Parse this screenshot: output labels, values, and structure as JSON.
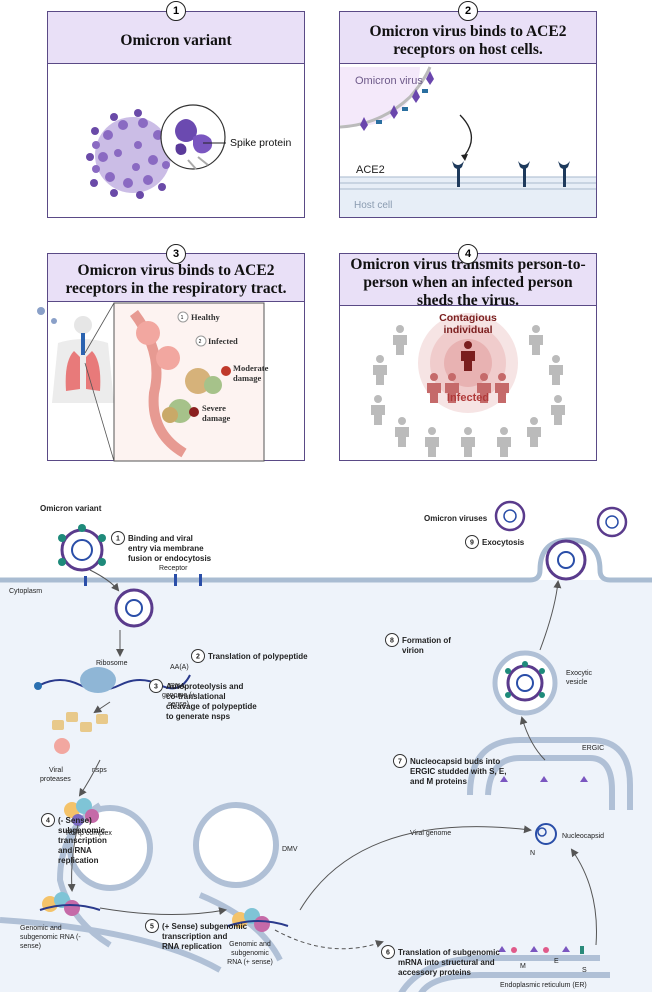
{
  "panels": [
    {
      "number": "1",
      "title": "Omicron variant",
      "label": "Spike protein"
    },
    {
      "number": "2",
      "title": "Omicron virus binds to ACE2 receptors on host cells.",
      "virus_label": "Omicron virus",
      "receptor_label": "ACE2",
      "cell_label": "Host cell"
    },
    {
      "number": "3",
      "title": "Omicron virus binds to ACE2 receptors in the respiratory tract.",
      "healthy": "Healthy",
      "infected": "Infected",
      "moderate": "Moderate damage",
      "severe": "Severe damage"
    },
    {
      "number": "4",
      "title": "Omicron virus transmits person-to-person when an infected person sheds the virus.",
      "contagious": "Contagious individual",
      "infected": "Infected"
    }
  ],
  "cycle": {
    "omicron_variant": "Omicron variant",
    "omicron_viruses": "Omicron viruses",
    "receptor": "Receptor",
    "cytoplasm": "Cytoplasm",
    "ribosome": "Ribosome",
    "aa": "AA(A)",
    "rna_genome": "RNA genome (+ sense)",
    "viral_proteases": "Viral proteases",
    "nsps": "nsps",
    "rdrp": "RdRp complex",
    "dmv": "DMV",
    "genomic_neg": "Genomic and subgenomic RNA (- sense)",
    "genomic_pos": "Genomic and subgenomic RNA (+ sense)",
    "viral_genome": "Viral genome",
    "ergic": "ERGIC",
    "nucleocapsid": "Nucleocapsid",
    "exocytic_vesicle": "Exocytic vesicle",
    "er": "Endoplasmic reticulum (ER)",
    "n": "N",
    "m": "M",
    "e": "E",
    "s": "S",
    "steps": [
      {
        "n": "1",
        "text": "Binding and viral entry via membrane fusion or endocytosis"
      },
      {
        "n": "2",
        "text": "Translation of polypeptide"
      },
      {
        "n": "3",
        "text": "Autoproteolysis and co-translational cleavage of polypeptide to generate nsps"
      },
      {
        "n": "4",
        "text": "(- Sense) subgenomic transcription and RNA replication"
      },
      {
        "n": "5",
        "text": "(+ Sense) subgenomic transcription and RNA replication"
      },
      {
        "n": "6",
        "text": "Translation of subgenomic mRNA into structural and accessory proteins"
      },
      {
        "n": "7",
        "text": "Nucleocapsid buds into ERGIC studded with S, E, and M proteins"
      },
      {
        "n": "8",
        "text": "Formation of virion"
      },
      {
        "n": "9",
        "text": "Exocytosis"
      }
    ]
  }
}
